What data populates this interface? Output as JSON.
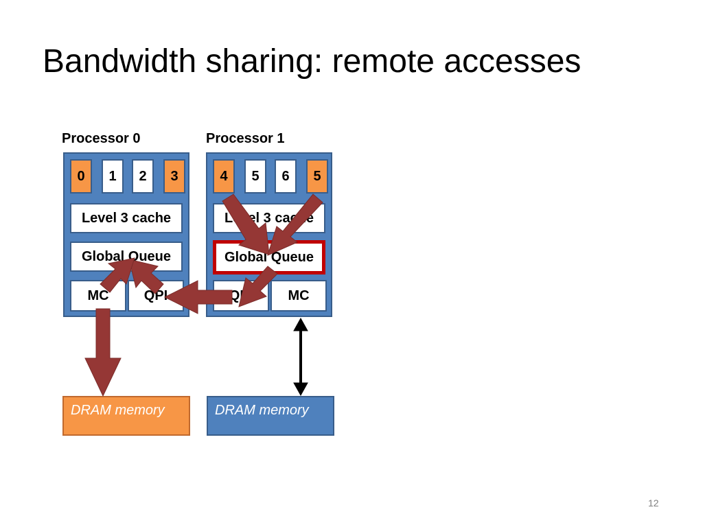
{
  "slide": {
    "title": "Bandwidth sharing: remote accesses",
    "page_number": "12"
  },
  "processors": [
    {
      "label": "Processor 0",
      "cores": [
        {
          "id": "0",
          "state": "hot"
        },
        {
          "id": "1",
          "state": "cold"
        },
        {
          "id": "2",
          "state": "cold"
        },
        {
          "id": "3",
          "state": "hot"
        }
      ],
      "l3": "Level 3 cache",
      "gq": "Global Queue",
      "left_unit": "MC",
      "right_unit": "QPI"
    },
    {
      "label": "Processor 1",
      "cores": [
        {
          "id": "4",
          "state": "hot"
        },
        {
          "id": "5",
          "state": "cold"
        },
        {
          "id": "6",
          "state": "cold"
        },
        {
          "id": "5",
          "state": "hot"
        }
      ],
      "l3": "Level 3 cache",
      "gq": "Global Queue",
      "left_unit": "QPI",
      "right_unit": "MC"
    }
  ],
  "memories": [
    {
      "label": "DRAM memory"
    },
    {
      "label": "DRAM memory"
    }
  ],
  "colors": {
    "processor_fill": "#4f81bd",
    "active_core": "#f79646",
    "highlight_border": "#c00000",
    "traffic_arrow": "#953735",
    "dram_local": "#f79646",
    "dram_remote": "#4f81bd"
  }
}
